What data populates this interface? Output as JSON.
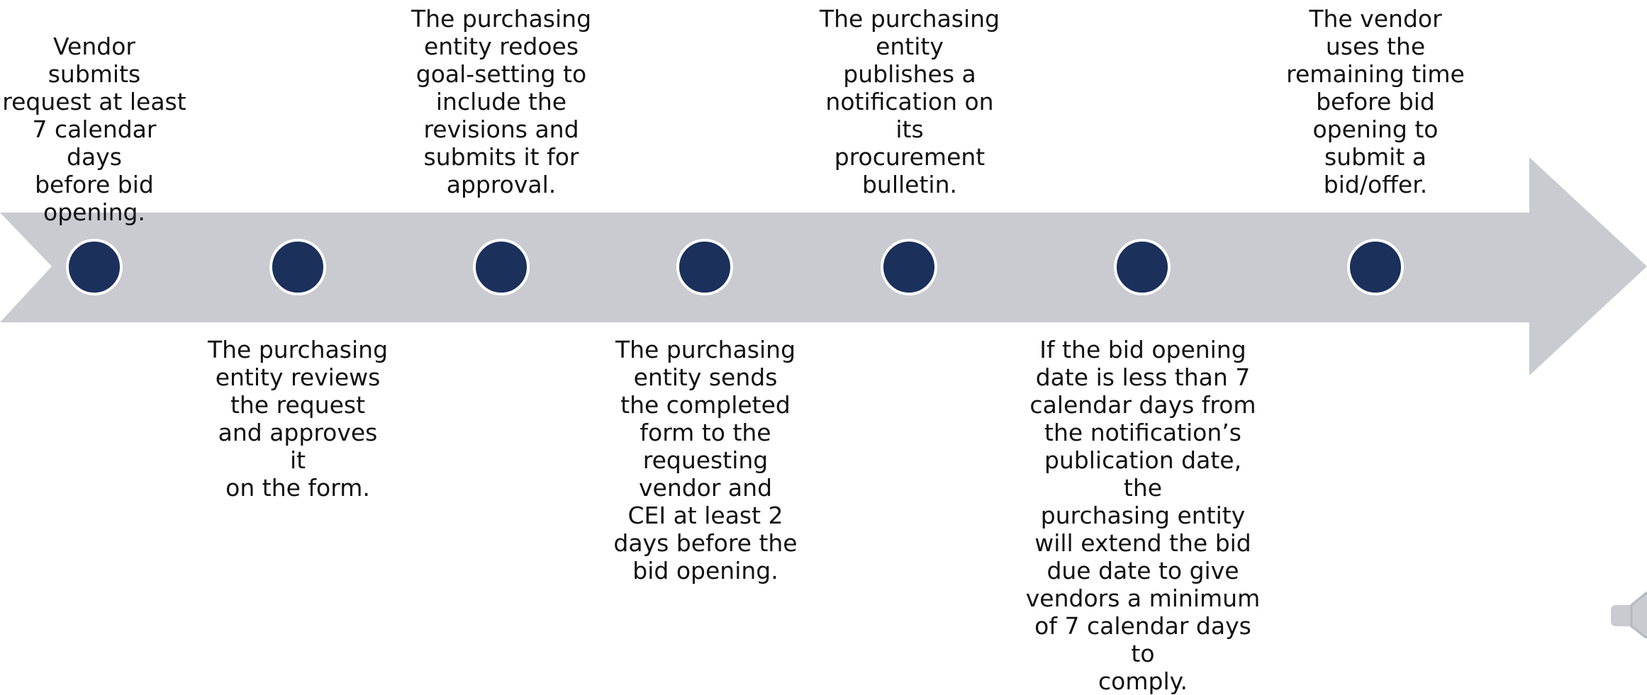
{
  "timeline": {
    "colors": {
      "arrow": "#c9cbd1",
      "dot": "#1b305b",
      "dot_border": "#ffffff",
      "text": "#111111"
    },
    "steps": [
      {
        "text": "Vendor\nsubmits\nrequest at least\n7 calendar days\nbefore bid\nopening.",
        "position": "above"
      },
      {
        "text": "The purchasing\nentity reviews\nthe request\nand approves it\non the form.",
        "position": "below"
      },
      {
        "text": "The purchasing\nentity redoes\ngoal-setting to\ninclude the\nrevisions and\nsubmits it for\napproval.",
        "position": "above"
      },
      {
        "text": "The purchasing\nentity sends\nthe completed\nform to the\nrequesting\nvendor and\nCEI at least 2\ndays before the\nbid opening.",
        "position": "below"
      },
      {
        "text": "The purchasing\nentity\npublishes a\nnotification on\nits\nprocurement\nbulletin.",
        "position": "above"
      },
      {
        "text": "If the bid opening\ndate is less than 7\ncalendar days from\nthe notification’s\npublication date, the\npurchasing entity\nwill extend the bid\ndue date to give\nvendors a minimum\nof 7 calendar days to\ncomply.",
        "position": "below"
      },
      {
        "text": "The vendor\nuses the\nremaining time\nbefore bid\nopening to\nsubmit a\nbid/offer.",
        "position": "above"
      }
    ],
    "speaker_icon": "speaker-icon"
  }
}
